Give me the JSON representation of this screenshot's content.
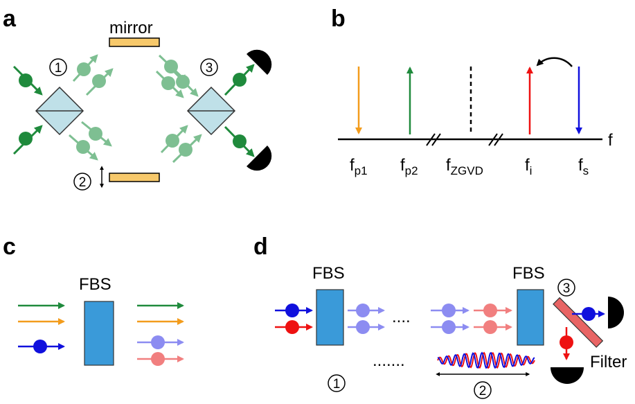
{
  "panels": {
    "a": {
      "label": "a",
      "mirror_label": "mirror",
      "circle_labels": [
        "1",
        "2",
        "3"
      ]
    },
    "b": {
      "label": "b",
      "axis_label": "f",
      "freq_labels": [
        {
          "base": "f",
          "sub": "p1"
        },
        {
          "base": "f",
          "sub": "p2"
        },
        {
          "base": "f",
          "sub": "ZGVD"
        },
        {
          "base": "f",
          "sub": "i"
        },
        {
          "base": "f",
          "sub": "s"
        }
      ]
    },
    "c": {
      "label": "c",
      "fbs_label": "FBS"
    },
    "d": {
      "label": "d",
      "fbs_label_1": "FBS",
      "fbs_label_2": "FBS",
      "ellipsis_top": "....",
      "ellipsis_bottom": ".......",
      "filter_label": "Filter",
      "circle_labels": [
        "1",
        "2",
        "3"
      ]
    }
  },
  "colors": {
    "green": "#1f8a3c",
    "light_green": "#5fb077",
    "orange": "#f39c1c",
    "blue": "#1010dd",
    "light_blue": "#7070ee",
    "red": "#ee1111",
    "light_red": "#ee6060",
    "fbs": "#3a9ad9",
    "mirror": "#f7c96b",
    "beamsplitter": "#bfe0e8",
    "filter": "#e86464"
  }
}
